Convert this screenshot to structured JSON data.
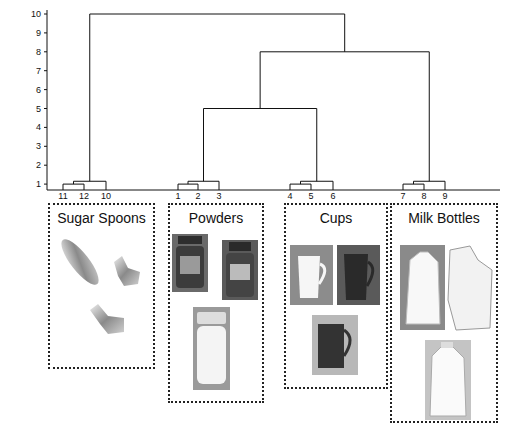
{
  "diagram": {
    "nodes": [
      {
        "text": [
          "Sugar Spoons"
        ]
      },
      {
        "text": [
          "Powders"
        ]
      },
      {
        "text": [
          "Cups"
        ]
      },
      {
        "text": [
          "Milk Bottles"
        ]
      }
    ],
    "labels": [
      "10",
      "9",
      "8",
      "7",
      "6",
      "5",
      "4",
      "3",
      "2",
      "1",
      "11",
      "12",
      "10",
      "1",
      "2",
      "3",
      "4",
      "5",
      "6",
      "7",
      "8",
      "9"
    ]
  }
}
